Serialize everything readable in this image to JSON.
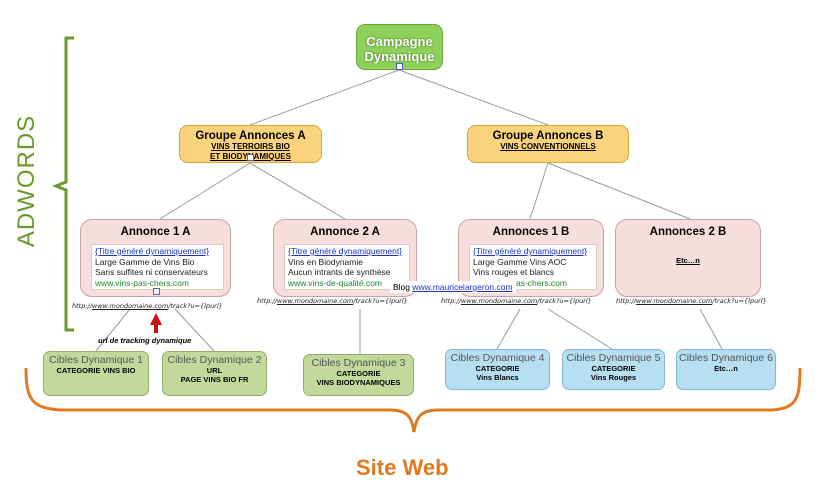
{
  "root": {
    "line1": "Campagne",
    "line2": "Dynamique"
  },
  "groups": [
    {
      "title": "Groupe Annonces A",
      "sub1": "VINS TERROIRS BIO",
      "sub2": "ET BIODYNAMIQUES"
    },
    {
      "title": "Groupe Annonces B",
      "sub1": "VINS CONVENTIONNELS",
      "sub2": ""
    }
  ],
  "ads": [
    {
      "title": "Annonce 1 A",
      "headline": "{Titre généré dynamiquement}",
      "line1": "Large Gamme de Vins Bio",
      "line2": "Sans sulfites ni conservateurs",
      "display_url": "www.vins-pas-chers.com"
    },
    {
      "title": "Annonce 2 A",
      "headline": "{Titre généré dynamiquement}",
      "line1": "Vins en Biodynamie",
      "line2": "Aucun intrants de synthèse",
      "display_url": "www.vins-de-qualité.com"
    },
    {
      "title": "Annonces 1 B",
      "headline": "{Titre généré dynamiquement}",
      "line1": "Large Gamme Vins AOC",
      "line2": "Vins rouges et blancs",
      "display_url": "www.vins-pas-chers.com"
    },
    {
      "title": "Annonces 2 B",
      "etc": "Etc…n"
    }
  ],
  "tracking_url": {
    "prefix": "http://",
    "domain": "www.mondomaine.com",
    "suffix": "/track?u={lpurl}"
  },
  "tracking_label": "url de tracking dynamique",
  "blog": {
    "label": "Blog",
    "url": "www.mauricelargeron.com"
  },
  "targets": [
    {
      "name": "Cibles Dynamique 1",
      "l1": "CATEGORIE VINS BIO",
      "l2": ""
    },
    {
      "name": "Cibles Dynamique 2",
      "l1": "URL",
      "l2": "PAGE VINS BIO FR"
    },
    {
      "name": "Cibles Dynamique 3",
      "l1": "CATEGORIE",
      "l2": "VINS BIODYNAMIQUES"
    },
    {
      "name": "Cibles Dynamique 4",
      "l1": "CATEGORIE",
      "l2": "Vins Blancs"
    },
    {
      "name": "Cibles Dynamique 5",
      "l1": "CATEGORIE",
      "l2": "Vins Rouges"
    },
    {
      "name": "Cibles Dynamique 6",
      "l1": "Etc…n",
      "l2": ""
    }
  ],
  "side_label": "ADWORDS",
  "bottom_label": "Site Web",
  "colors": {
    "root": "#8fd05a",
    "group": "#fcd37d",
    "ad": "#f6dedd",
    "target_green": "#c3d99c",
    "target_blue": "#b6dff2",
    "adwords_bracket": "#6a9a2a",
    "site_bracket": "#e07a20",
    "arrow": "#cc1111"
  }
}
